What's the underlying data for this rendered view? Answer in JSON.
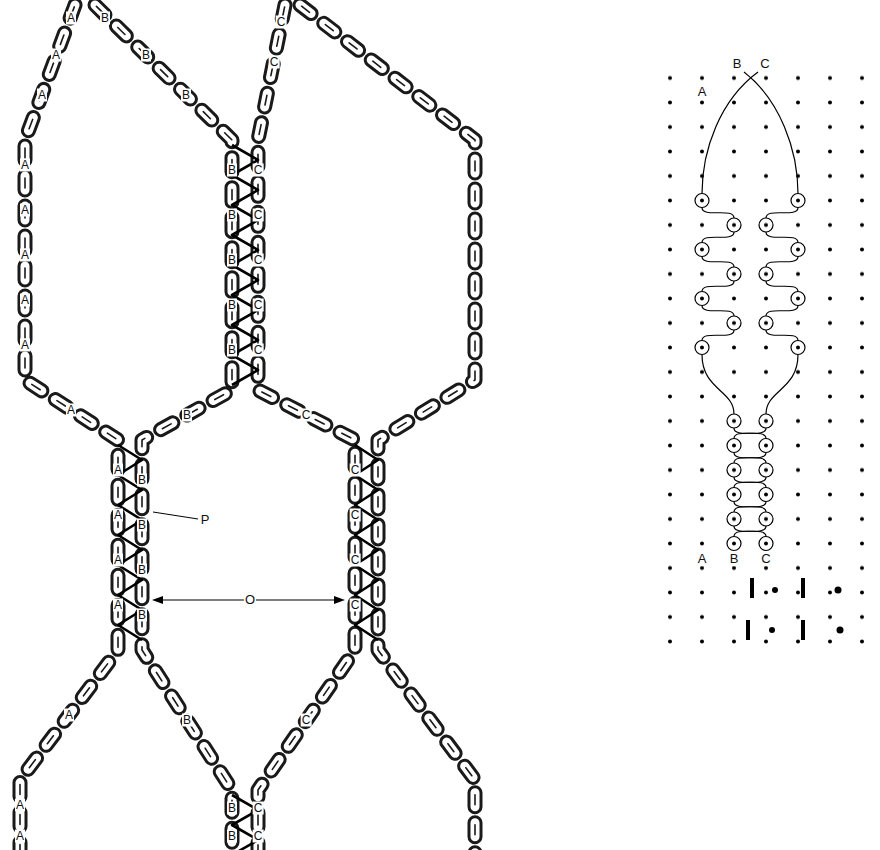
{
  "diagram": {
    "labels": [
      "A",
      "B",
      "C",
      "A",
      "B",
      "C",
      "A",
      "B",
      "A",
      "B",
      "C",
      "A",
      "B",
      "C",
      "A",
      "B",
      "C",
      "A",
      "B",
      "C",
      "A",
      "B",
      "C",
      "A",
      "B",
      "C",
      "A",
      "B",
      "C",
      "A",
      "P",
      "B",
      "C",
      "A",
      "B",
      "C",
      "O",
      "A",
      "B",
      "C",
      "A",
      "B",
      "C",
      "A",
      "B",
      "C",
      "A",
      "B",
      "C",
      "A",
      "B",
      "C",
      "A",
      "B",
      "C"
    ]
  }
}
